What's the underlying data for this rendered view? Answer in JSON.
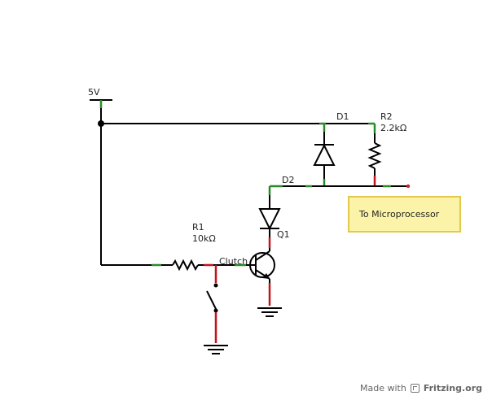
{
  "labels": {
    "vcc": "5V",
    "d1": "D1",
    "r2_name": "R2",
    "r2_value": "2.2kΩ",
    "d2": "D2",
    "r1_name": "R1",
    "r1_value": "10kΩ",
    "q1": "Q1",
    "clutch": "Clutch"
  },
  "note": {
    "text": "To Microprocessor"
  },
  "footer": {
    "made_with": "Made with",
    "brand": "Fritzing.org",
    "logo_icon": "fritzing-logo-icon"
  },
  "colors": {
    "wire": "#000000",
    "lead_red": "#c0141c",
    "lead_green": "#2a8a2a",
    "note_fill": "#fbf4a8",
    "note_border": "#e2c94c"
  }
}
